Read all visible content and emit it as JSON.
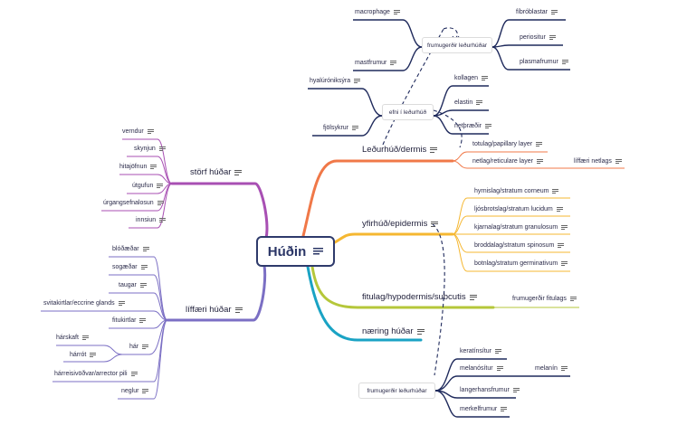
{
  "central": "Húðin",
  "branches": {
    "storf": "störf húðar",
    "liffaeri": "líffæri húðar",
    "dermis": "Leðurhúð/dermis",
    "epidermis": "yfirhúð/epidermis",
    "hypodermis": "fitulag/hypodermis/subcutis",
    "naering": "næring húðar"
  },
  "storf_items": [
    "verndur",
    "skynjun",
    "hitajöfnun",
    "útgufun",
    "úrgangsefnalosun",
    "innsiun"
  ],
  "liffaeri_items": {
    "blodaedar": "blóðæðar",
    "sogaedar": "sogæðar",
    "taugar": "taugar",
    "svitakirtlar": "svitakirtlar/eccrine glands",
    "fitukirtlar": "fitukirtlar",
    "har": "hár",
    "harskaft": "hárskaft",
    "harrot": "hárrót",
    "hareisi": "hárreisivöðvar/arrector pili",
    "neglur": "neglur"
  },
  "dermis_items": {
    "totulag": "totulag/papillary layer",
    "netlag": "netlag/reticulare layer",
    "liffaeri_netlags": "líffæri netlags"
  },
  "efni": {
    "label": "efni í leðurhúð",
    "items": [
      "kollagen",
      "elastin",
      "netþræðir"
    ],
    "hyal": "hyalúróniksýra",
    "fjolsykrur": "fjölsykrur"
  },
  "frum_top": {
    "label": "frumugerðir leðurhúðar",
    "macrophage": "macrophage",
    "mastfrumur": "mastfrumur",
    "fibroblastar": "fíbróblastar",
    "perositur": "periositur",
    "plasmafrumur": "plasmafrumur"
  },
  "epidermis_items": [
    "hyrnislag/stratum corneum",
    "ljósbrotslag/stratum lucidum",
    "kjarnalag/stratum granulosum",
    "broddalag/stratum spinosum",
    "botnlag/stratum germinativum"
  ],
  "hypodermis_items": [
    "frumugerðir fitulags"
  ],
  "frum_bottom": {
    "label": "frumugerðir leðurhúðar",
    "items": [
      "keratínsítur",
      "melanósítur",
      "langerhansfrumur",
      "merkelfrumur"
    ],
    "melanin": "melanín"
  },
  "colors": {
    "central": "#2e3a6b",
    "storf": "#a84fb3",
    "liffaeri": "#7b6fc4",
    "dermis": "#f07848",
    "epidermis": "#f5b731",
    "hypodermis": "#b5c73a",
    "naering": "#1aa3c4",
    "navy": "#1f2a5c"
  }
}
